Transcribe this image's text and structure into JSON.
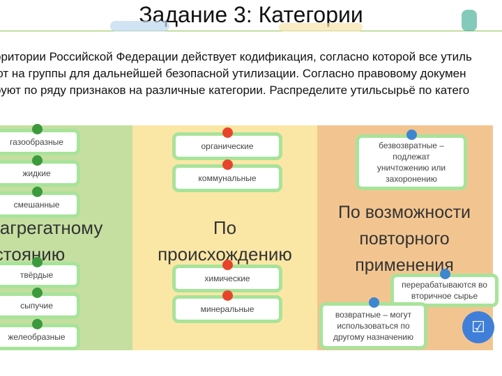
{
  "title": "Задание 3: Категории",
  "intro": [
    "рритории Российской Федерации действует кодификация, согласно которой все утиль",
    "ют на группы для дальнейшей безопасной утилизации. Согласно правовому докумен",
    "руют по ряду признаков на различные категории. Распределите утильсырьё по катего"
  ],
  "categories": [
    "по агрегатному состоянию",
    "По происхождению",
    "По возможности повторного применения"
  ],
  "cat_lines": {
    "c1": [
      "агрегатному",
      "состоянию"
    ],
    "c2": [
      "По",
      "происхождению"
    ],
    "c3": [
      "По возможности",
      "повторного",
      "применения"
    ]
  },
  "cards": [
    "газообразные",
    "жидкие",
    "смешанные",
    "твёрдые",
    "сыпучие",
    "желеобразные",
    "органические",
    "коммунальные",
    "химические",
    "минеральные",
    "безвозвратные – подлежат уничтожению или захоронению",
    "перерабатываются во вторичное сырье",
    "возвратные – могут использоваться по другому назначению"
  ],
  "colors": {
    "green": "#3c9a3c",
    "red": "#e8442c",
    "blue": "#3f86d0"
  }
}
